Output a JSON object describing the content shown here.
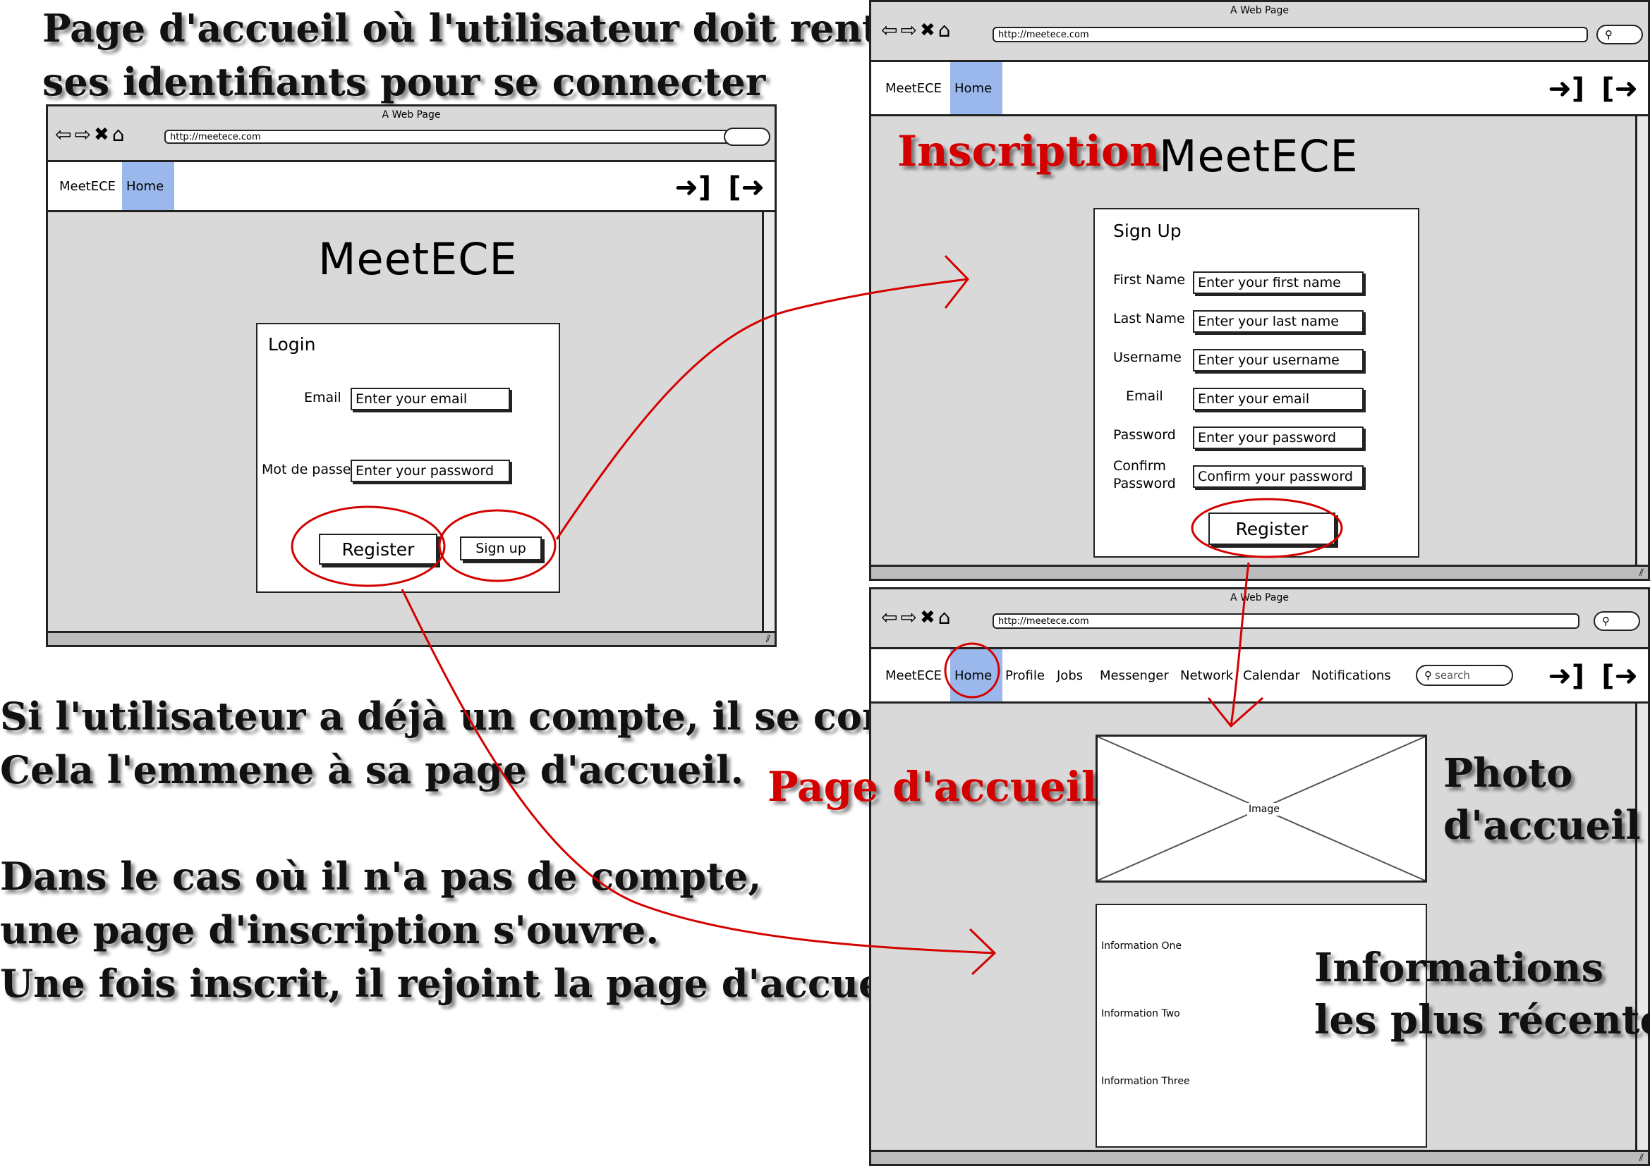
{
  "captions": {
    "top_left": [
      "Page d'accueil où l'utilisateur doit rentrer",
      "ses identifiants pour se connecter"
    ],
    "middle_left": [
      "Si l'utilisateur a déjà un compte, il se connecte",
      "Cela l'emmene à sa page d'accueil."
    ],
    "bottom_left": [
      "Dans le cas où il n'a pas de compte,",
      "une page d'inscription s'ouvre.",
      "Une fois inscrit, il rejoint la page d'accueil."
    ],
    "inscription": "Inscription",
    "page_accueil": "Page d'accueil",
    "photo": [
      "Photo",
      "d'accueil"
    ],
    "informations": [
      "Informations",
      "les plus récentes"
    ]
  },
  "browser": {
    "title": "A Web Page",
    "url": "http://meetece.com",
    "brand": "MeetECE",
    "home": "Home"
  },
  "login_page": {
    "logo": "MeetECE",
    "panel_title": "Login",
    "email_label": "Email",
    "email_placeholder": "Enter your email",
    "password_label": "Mot de passe",
    "password_placeholder": "Enter your password",
    "register_label": "Register",
    "signup_label": "Sign up"
  },
  "signup_page": {
    "logo": "MeetECE",
    "panel_title": "Sign Up",
    "fields": [
      {
        "label": "First Name",
        "placeholder": "Enter your first name"
      },
      {
        "label": "Last Name",
        "placeholder": "Enter your last name"
      },
      {
        "label": "Username",
        "placeholder": "Enter your username"
      },
      {
        "label": "Email",
        "placeholder": "Enter your email"
      },
      {
        "label": "Password",
        "placeholder": "Enter your password"
      },
      {
        "label": "Confirm Password",
        "placeholder": "Confirm your password"
      }
    ],
    "register_label": "Register"
  },
  "home_page": {
    "nav": [
      "Home",
      "Profile",
      "Jobs",
      "Messenger",
      "Network",
      "Calendar",
      "Notifications"
    ],
    "search_placeholder": "search",
    "image_label": "Image",
    "info": [
      "Information One",
      "Information Two",
      "Information Three"
    ]
  },
  "icons": [
    "back-arrow-icon",
    "forward-arrow-icon",
    "close-icon",
    "home-icon",
    "search-icon",
    "login-icon",
    "logout-icon"
  ],
  "colors": {
    "accent_blue": "#9ab8ec",
    "annotation_red": "#d40000",
    "wireframe_gray": "#d9d9d9"
  }
}
